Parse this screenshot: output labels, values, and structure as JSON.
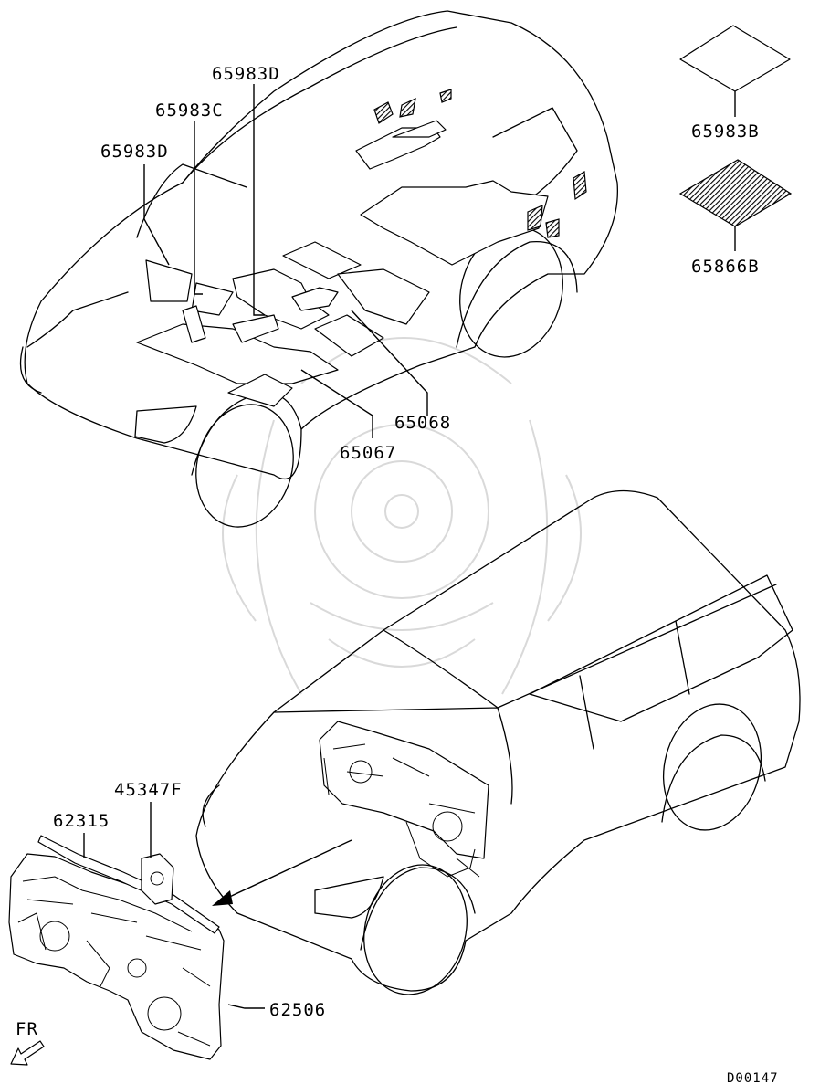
{
  "labels": {
    "p65983D_top": "65983D",
    "p65983C": "65983C",
    "p65983D_left": "65983D",
    "p65068": "65068",
    "p65067": "65067",
    "p65983B": "65983B",
    "p65866B": "65866B",
    "p45347F": "45347F",
    "p62315": "62315",
    "p62506": "62506",
    "fr": "FR"
  },
  "diagram_code": "D00147",
  "legend": {
    "plain_pad_part": "65983B",
    "hatched_pad_part": "65866B"
  }
}
